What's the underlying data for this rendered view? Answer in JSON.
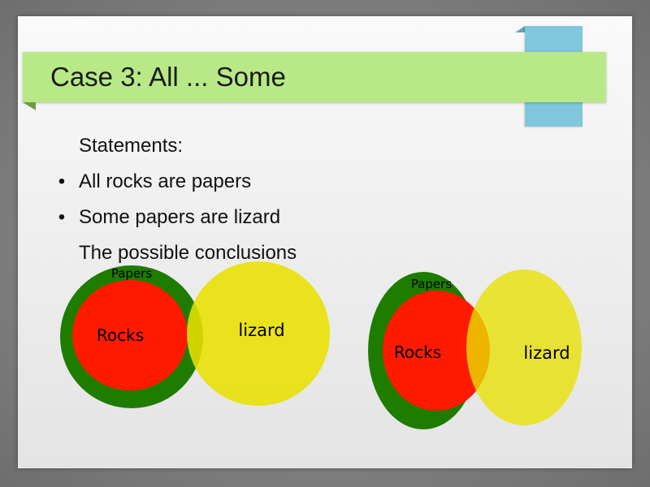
{
  "slide": {
    "title": "Case 3: All ... Some",
    "lines": [
      {
        "text": "Statements:",
        "bullet": ""
      },
      {
        "text": "All rocks are papers",
        "bullet": "•"
      },
      {
        "text": "Some papers are lizard",
        "bullet": "•"
      },
      {
        "text": "The possible conclusions",
        "bullet": ""
      }
    ]
  },
  "diagrams": [
    {
      "outer_label": "Papers",
      "inner_label": "Rocks",
      "right_label": "lizard"
    },
    {
      "outer_label": "Papers",
      "inner_label": "Rocks",
      "right_label": "lizard"
    }
  ],
  "colors": {
    "papers": "#1e7c00",
    "rocks": "#ff1a00",
    "lizard": "#e8e000",
    "overlap": "#f59a00",
    "title_bar": "#b8e986",
    "tab": "#7fc7da"
  }
}
